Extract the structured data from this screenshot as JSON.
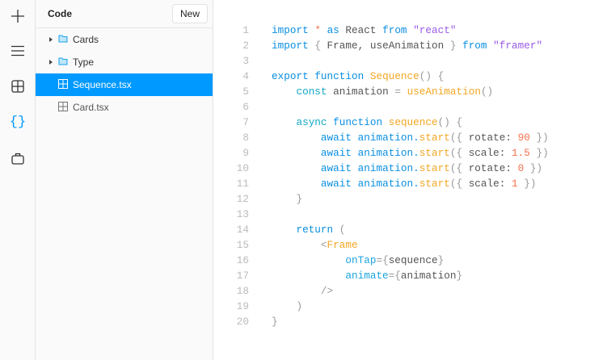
{
  "rail": {
    "icons": [
      "plus-icon",
      "menu-icon",
      "grid-icon",
      "code-braces-icon",
      "briefcase-icon"
    ],
    "active_color": "#0099ff"
  },
  "panel": {
    "title": "Code",
    "new_label": "New",
    "items": [
      {
        "label": "Cards",
        "type": "folder"
      },
      {
        "label": "Type",
        "type": "folder"
      },
      {
        "label": "Sequence.tsx",
        "type": "file",
        "selected": true
      },
      {
        "label": "Card.tsx",
        "type": "file"
      }
    ]
  },
  "editor": {
    "lines": [
      [
        [
          "k",
          "import"
        ],
        [
          "t",
          " "
        ],
        [
          "n",
          "*"
        ],
        [
          "t",
          " "
        ],
        [
          "k",
          "as"
        ],
        [
          "t",
          " React "
        ],
        [
          "k",
          "from"
        ],
        [
          "t",
          " "
        ],
        [
          "s",
          "\"react\""
        ]
      ],
      [
        [
          "k",
          "import"
        ],
        [
          "t",
          " "
        ],
        [
          "p",
          "{"
        ],
        [
          "t",
          " Frame, useAnimation "
        ],
        [
          "p",
          "}"
        ],
        [
          "t",
          " "
        ],
        [
          "k",
          "from"
        ],
        [
          "t",
          " "
        ],
        [
          "s",
          "\"framer\""
        ]
      ],
      [],
      [
        [
          "k",
          "export"
        ],
        [
          "t",
          " "
        ],
        [
          "k",
          "function"
        ],
        [
          "t",
          " "
        ],
        [
          "f",
          "Sequence"
        ],
        [
          "p",
          "() {"
        ]
      ],
      [
        [
          "t",
          "    "
        ],
        [
          "c",
          "const"
        ],
        [
          "t",
          " animation "
        ],
        [
          "p",
          "="
        ],
        [
          "t",
          " "
        ],
        [
          "f",
          "useAnimation"
        ],
        [
          "p",
          "()"
        ]
      ],
      [],
      [
        [
          "t",
          "    "
        ],
        [
          "c",
          "async"
        ],
        [
          "t",
          " "
        ],
        [
          "k",
          "function"
        ],
        [
          "t",
          " "
        ],
        [
          "f",
          "sequence"
        ],
        [
          "p",
          "() {"
        ]
      ],
      [
        [
          "t",
          "        "
        ],
        [
          "k",
          "await"
        ],
        [
          "t",
          " "
        ],
        [
          "k",
          "animation."
        ],
        [
          "f",
          "start"
        ],
        [
          "p",
          "({"
        ],
        [
          "t",
          " rotate: "
        ],
        [
          "n",
          "90"
        ],
        [
          "t",
          " "
        ],
        [
          "p",
          "})"
        ]
      ],
      [
        [
          "t",
          "        "
        ],
        [
          "k",
          "await"
        ],
        [
          "t",
          " "
        ],
        [
          "k",
          "animation."
        ],
        [
          "f",
          "start"
        ],
        [
          "p",
          "({"
        ],
        [
          "t",
          " scale: "
        ],
        [
          "n",
          "1.5"
        ],
        [
          "t",
          " "
        ],
        [
          "p",
          "})"
        ]
      ],
      [
        [
          "t",
          "        "
        ],
        [
          "k",
          "await"
        ],
        [
          "t",
          " "
        ],
        [
          "k",
          "animation."
        ],
        [
          "f",
          "start"
        ],
        [
          "p",
          "({"
        ],
        [
          "t",
          " rotate: "
        ],
        [
          "n",
          "0"
        ],
        [
          "t",
          " "
        ],
        [
          "p",
          "})"
        ]
      ],
      [
        [
          "t",
          "        "
        ],
        [
          "k",
          "await"
        ],
        [
          "t",
          " "
        ],
        [
          "k",
          "animation."
        ],
        [
          "f",
          "start"
        ],
        [
          "p",
          "({"
        ],
        [
          "t",
          " scale: "
        ],
        [
          "n",
          "1"
        ],
        [
          "t",
          " "
        ],
        [
          "p",
          "})"
        ]
      ],
      [
        [
          "t",
          "    "
        ],
        [
          "p",
          "}"
        ]
      ],
      [],
      [
        [
          "t",
          "    "
        ],
        [
          "k",
          "return"
        ],
        [
          "t",
          " "
        ],
        [
          "p",
          "("
        ]
      ],
      [
        [
          "t",
          "        "
        ],
        [
          "p",
          "<"
        ],
        [
          "f",
          "Frame"
        ]
      ],
      [
        [
          "t",
          "            "
        ],
        [
          "a",
          "onTap"
        ],
        [
          "p",
          "={"
        ],
        [
          "t",
          "sequence"
        ],
        [
          "p",
          "}"
        ]
      ],
      [
        [
          "t",
          "            "
        ],
        [
          "a",
          "animate"
        ],
        [
          "p",
          "={"
        ],
        [
          "t",
          "animation"
        ],
        [
          "p",
          "}"
        ]
      ],
      [
        [
          "t",
          "        "
        ],
        [
          "p",
          "/>"
        ]
      ],
      [
        [
          "t",
          "    "
        ],
        [
          "p",
          ")"
        ]
      ],
      [
        [
          "p",
          "}"
        ]
      ]
    ]
  }
}
